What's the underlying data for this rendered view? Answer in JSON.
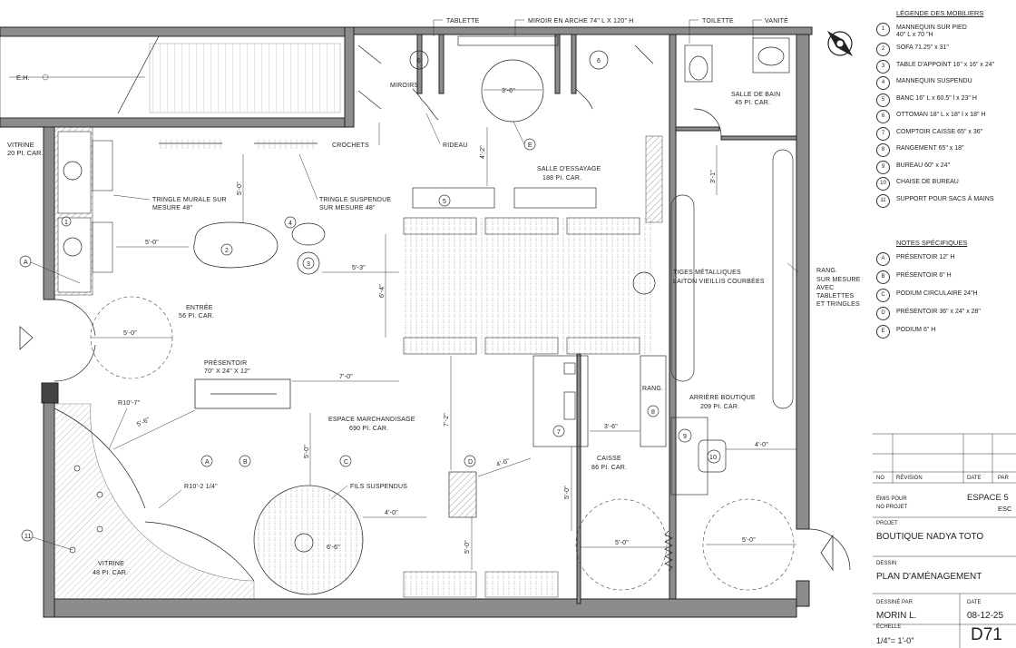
{
  "compass": {
    "icon": "north-compass-icon"
  },
  "furniture_legend": {
    "title": "LÉGENDE DES MOBILIERS",
    "items": [
      {
        "num": "1",
        "text": "MANNEQUIN SUR PIED",
        "text2": "40\" L x 70 \"H"
      },
      {
        "num": "2",
        "text": "SOFA 71.25\" x 31\""
      },
      {
        "num": "3",
        "text": "TABLE D'APPOINT 16\" x 16\" x 24\""
      },
      {
        "num": "4",
        "text": "MANNEQUIN SUSPENDU"
      },
      {
        "num": "5",
        "text": "BANC 16\" L x 60.5\" l x 23\" H"
      },
      {
        "num": "6",
        "text": "OTTOMAN 18\" L x 18\" l x 18\" H"
      },
      {
        "num": "7",
        "text": "COMPTOIR CAISSE 65\" x 36\""
      },
      {
        "num": "8",
        "text": "RANGEMENT 65\" x 18\""
      },
      {
        "num": "9",
        "text": "BUREAU 60\" x 24\""
      },
      {
        "num": "10",
        "text": "CHAISE DE BUREAU"
      },
      {
        "num": "11",
        "text": "SUPPORT POUR SACS À MAINS"
      }
    ]
  },
  "specific_notes": {
    "title": "NOTES SPÉCIFIQUES",
    "items": [
      {
        "letter": "A",
        "text": "PRÉSENTOIR 12\" H"
      },
      {
        "letter": "B",
        "text": "PRÉSENTOIR 6\" H"
      },
      {
        "letter": "C",
        "text": "PODIUM CIRCULAIRE 24\"H"
      },
      {
        "letter": "D",
        "text": "PRÉSENTOIR 36\" x 24\" x 28\""
      },
      {
        "letter": "E",
        "text": "PODIUM 6\" H"
      }
    ]
  },
  "title_block": {
    "col_no": "NO",
    "col_revision": "RÉVISION",
    "col_date": "DATE",
    "col_par": "PAR",
    "emis_pour_label": "ÉMIS POUR",
    "emis_pour_value": "ESPACE 5",
    "no_projet_label": "NO PROJET",
    "no_projet_value": "ESC",
    "projet_label": "PROJET",
    "projet_value": "BOUTIQUE NADYA TOTO",
    "dessin_label": "DESSIN",
    "dessin_value": "PLAN D'AMÉNAGEMENT",
    "dessine_par_label": "DESSINÉ PAR",
    "dessine_par_value": "MORIN L.",
    "date_label": "DATE",
    "date_value": "08-12-25",
    "echelle_label": "ÉCHELLE",
    "echelle_value": "1/4\"= 1'-0\"",
    "sheet": "D71"
  },
  "plan": {
    "labels": {
      "eh": "E.H.",
      "tablette": "TABLETTE",
      "miroir": "MIROIR EN ARCHE 74\" L X 120\" H",
      "toilette": "TOILETTE",
      "vanite": "VANITÉ",
      "miroirs": "MIROIRS",
      "crochets": "CROCHETS",
      "rideau": "RIDEAU",
      "salle_bain": "SALLE DE BAIN",
      "salle_bain_area": "45 PI. CAR.",
      "vitrine_top": "VITRINE",
      "vitrine_top_area": "20 PI. CAR.",
      "tringle_murale": "TRINGLE MURALE SUR",
      "tringle_murale2": "MESURE 48\"",
      "tringle_susp": "TRINGLE SUSPENDUE",
      "tringle_susp2": "SUR MESURE 48\"",
      "salle_essayage": "SALLE D'ESSAYAGE",
      "salle_essayage_area": "188 PI. CAR.",
      "tiges": "TIGES MÉTALLIQUES",
      "tiges2": "LAITON VIEILLIS COURBÉES",
      "rang_mesure": "RANG.",
      "rang_mesure2": "SUR MESURE",
      "rang_mesure3": "AVEC",
      "rang_mesure4": "TABLETTES",
      "rang_mesure5": "ET TRINGLES",
      "entree": "ENTRÉE",
      "entree_area": "56 PI. CAR.",
      "presentoir": "PRÉSENTOIR",
      "presentoir2": "70\" X 24\" X 12\"",
      "espace_merch": "ESPACE MARCHANDISAGE",
      "espace_merch_area": "690 PI. CAR.",
      "rang": "RANG.",
      "arriere": "ARRIÈRE BOUTIQUE",
      "arriere_area": "209 PI. CAR.",
      "caisse": "CAISSE",
      "caisse_area": "86 PI. CAR.",
      "fils": "FILS SUSPENDUS",
      "vitrine_bot": "VITRINE",
      "vitrine_bot_area": "48 PI. CAR.",
      "r10_7": "R10'-7\"",
      "r10_2": "R10'-2 1/4\""
    },
    "dims": {
      "d_3_6a": "3'-6\"",
      "d_4_2": "4'-2\"",
      "d_5_0_v": "5'-0\"",
      "d_3_1": "3'-1\"",
      "d_5_0_h": "5'-0\"",
      "d_5_3": "5'-3\"",
      "d_6_4": "6'-4\"",
      "d_5_0_e": "5'-0\"",
      "d_7_0": "7'-0\"",
      "d_7_2": "7'-2\"",
      "d_5_6": "5'-6\"",
      "d_5_0_m": "5'-0\"",
      "d_4_0_a": "4'-0\"",
      "d_4_0_b": "4'-0\"",
      "d_6_6": "6'-6\"",
      "d_5_0_b": "5'-0\"",
      "d_3_6b": "3'-6\"",
      "d_4_0_c": "4'-0\"",
      "d_5_0_c": "5'-0\"",
      "d_5_0_d": "5'-0\"",
      "d_5_0_e2": "5'-0\""
    },
    "tags": {
      "t1": "1",
      "t2": "2",
      "t3": "3",
      "t4": "4",
      "t5": "5",
      "t6": "6",
      "t6b": "6",
      "t7": "7",
      "t8": "8",
      "t9": "9",
      "t10": "10",
      "t11": "11",
      "tA": "A",
      "tA2": "A",
      "tB": "B",
      "tC": "C",
      "tD": "D",
      "tE": "E"
    }
  }
}
